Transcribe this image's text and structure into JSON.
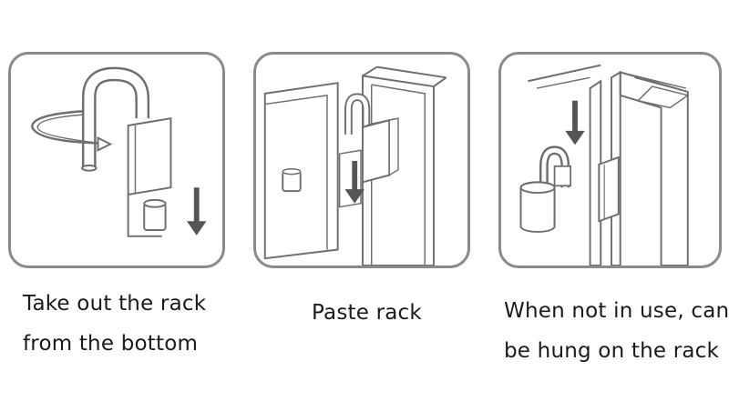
{
  "steps": [
    {
      "caption_lines": [
        "Take out the rack",
        "from the bottom"
      ]
    },
    {
      "caption_lines": [
        "Paste rack"
      ]
    },
    {
      "caption_lines": [
        "When not in use, can",
        "be hung on the rack"
      ]
    }
  ],
  "colors": {
    "frame": "#8a8a8a",
    "line": "#6e6e6e",
    "arrow": "#555555",
    "text": "#1a1a1a"
  },
  "icons": [
    "rotate-arrow-icon",
    "down-arrow-icon",
    "rack-hook-icon",
    "door-frame-icon",
    "adhesive-pad-icon"
  ]
}
